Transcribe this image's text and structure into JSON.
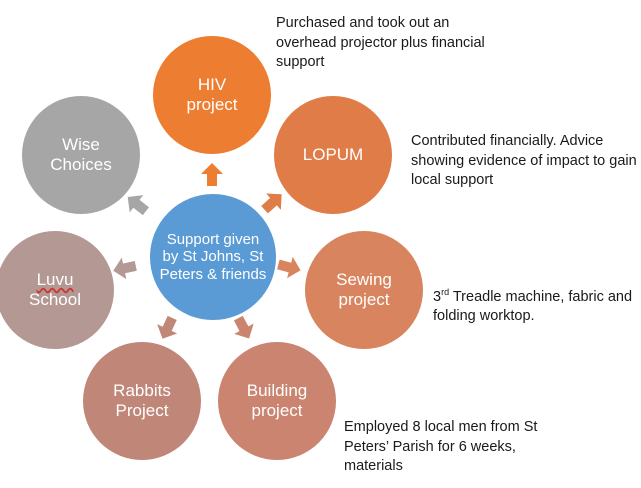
{
  "diagram": {
    "center": {
      "label": "Support given by St Johns, St Peters & friends"
    },
    "nodes": [
      {
        "id": "hiv",
        "label": "HIV project",
        "color": "#ed7d31"
      },
      {
        "id": "lopum",
        "label": "LOPUM",
        "color": "#e07c47"
      },
      {
        "id": "sewing",
        "label": "Sewing project",
        "color": "#d8845e"
      },
      {
        "id": "building",
        "label": "Building project",
        "color": "#ca8470"
      },
      {
        "id": "rabbits",
        "label": "Rabbits Project",
        "color": "#c08779"
      },
      {
        "id": "luvu",
        "label_first": "Luvu",
        "label_rest": "School",
        "color": "#b39894"
      },
      {
        "id": "wise",
        "label": "Wise Choices",
        "color": "#a6a6a6"
      }
    ],
    "notes": {
      "hiv": "Purchased and took out an overhead projector plus financial support",
      "lopum": "Contributed financially. Advice showing evidence of impact to gain local support",
      "sewing_ordinal": "3",
      "sewing_sup": "rd",
      "sewing_rest": " Treadle machine, fabric and folding worktop.",
      "building": "Employed 8 local men from St Peters’ Parish for 6 weeks, materials"
    }
  }
}
